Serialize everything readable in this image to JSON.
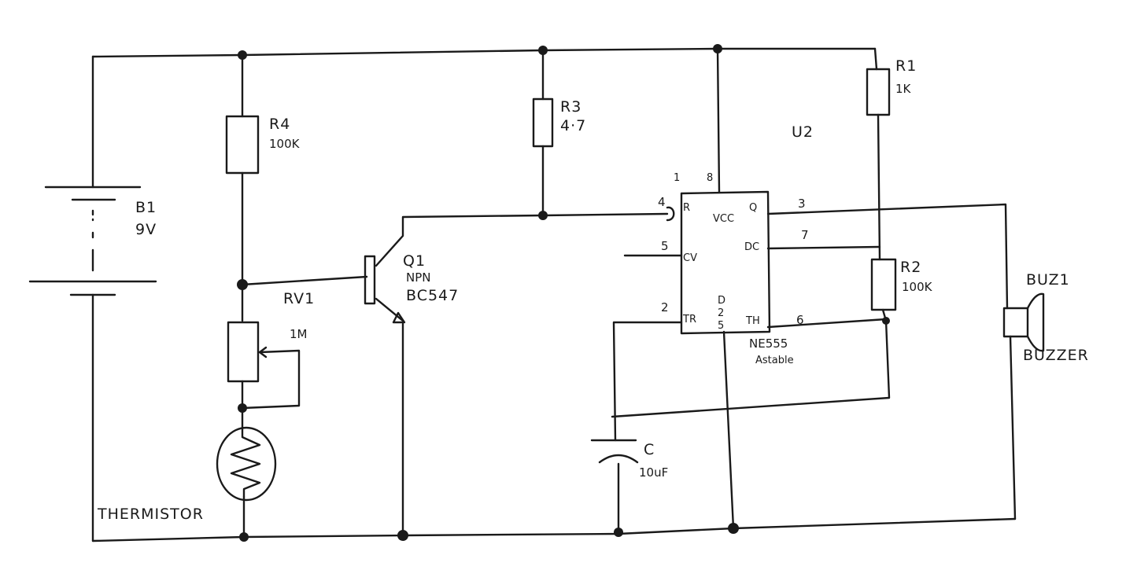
{
  "components": {
    "battery": {
      "ref": "B1",
      "value": "9V"
    },
    "r4": {
      "ref": "R4",
      "value": "100K"
    },
    "r3": {
      "ref": "R3",
      "value": "4·7"
    },
    "r1": {
      "ref": "R1",
      "value": "1K"
    },
    "r2": {
      "ref": "R2",
      "value": "100K"
    },
    "rv1": {
      "ref": "RV1",
      "value": "1M"
    },
    "thermistor": {
      "label": "THERMISTOR"
    },
    "q1": {
      "ref": "Q1",
      "type": "NPN",
      "part": "BC547"
    },
    "u2": {
      "ref": "U2",
      "part": "NE555",
      "mode": "Astable"
    },
    "capacitor": {
      "ref": "C",
      "value": "10uF"
    },
    "buzzer": {
      "ref": "BUZ1",
      "label": "BUZZER"
    }
  },
  "ic_pins": {
    "p1": "1",
    "p8": "8",
    "p4": "4",
    "p5": "5",
    "p2": "2",
    "p3": "3",
    "p7": "7",
    "p6": "6",
    "pd": "D",
    "pz": "2",
    "pg": "5",
    "R": "R",
    "VCC": "VCC",
    "Q": "Q",
    "CV": "CV",
    "DC": "DC",
    "TR": "TR",
    "TH": "TH"
  }
}
